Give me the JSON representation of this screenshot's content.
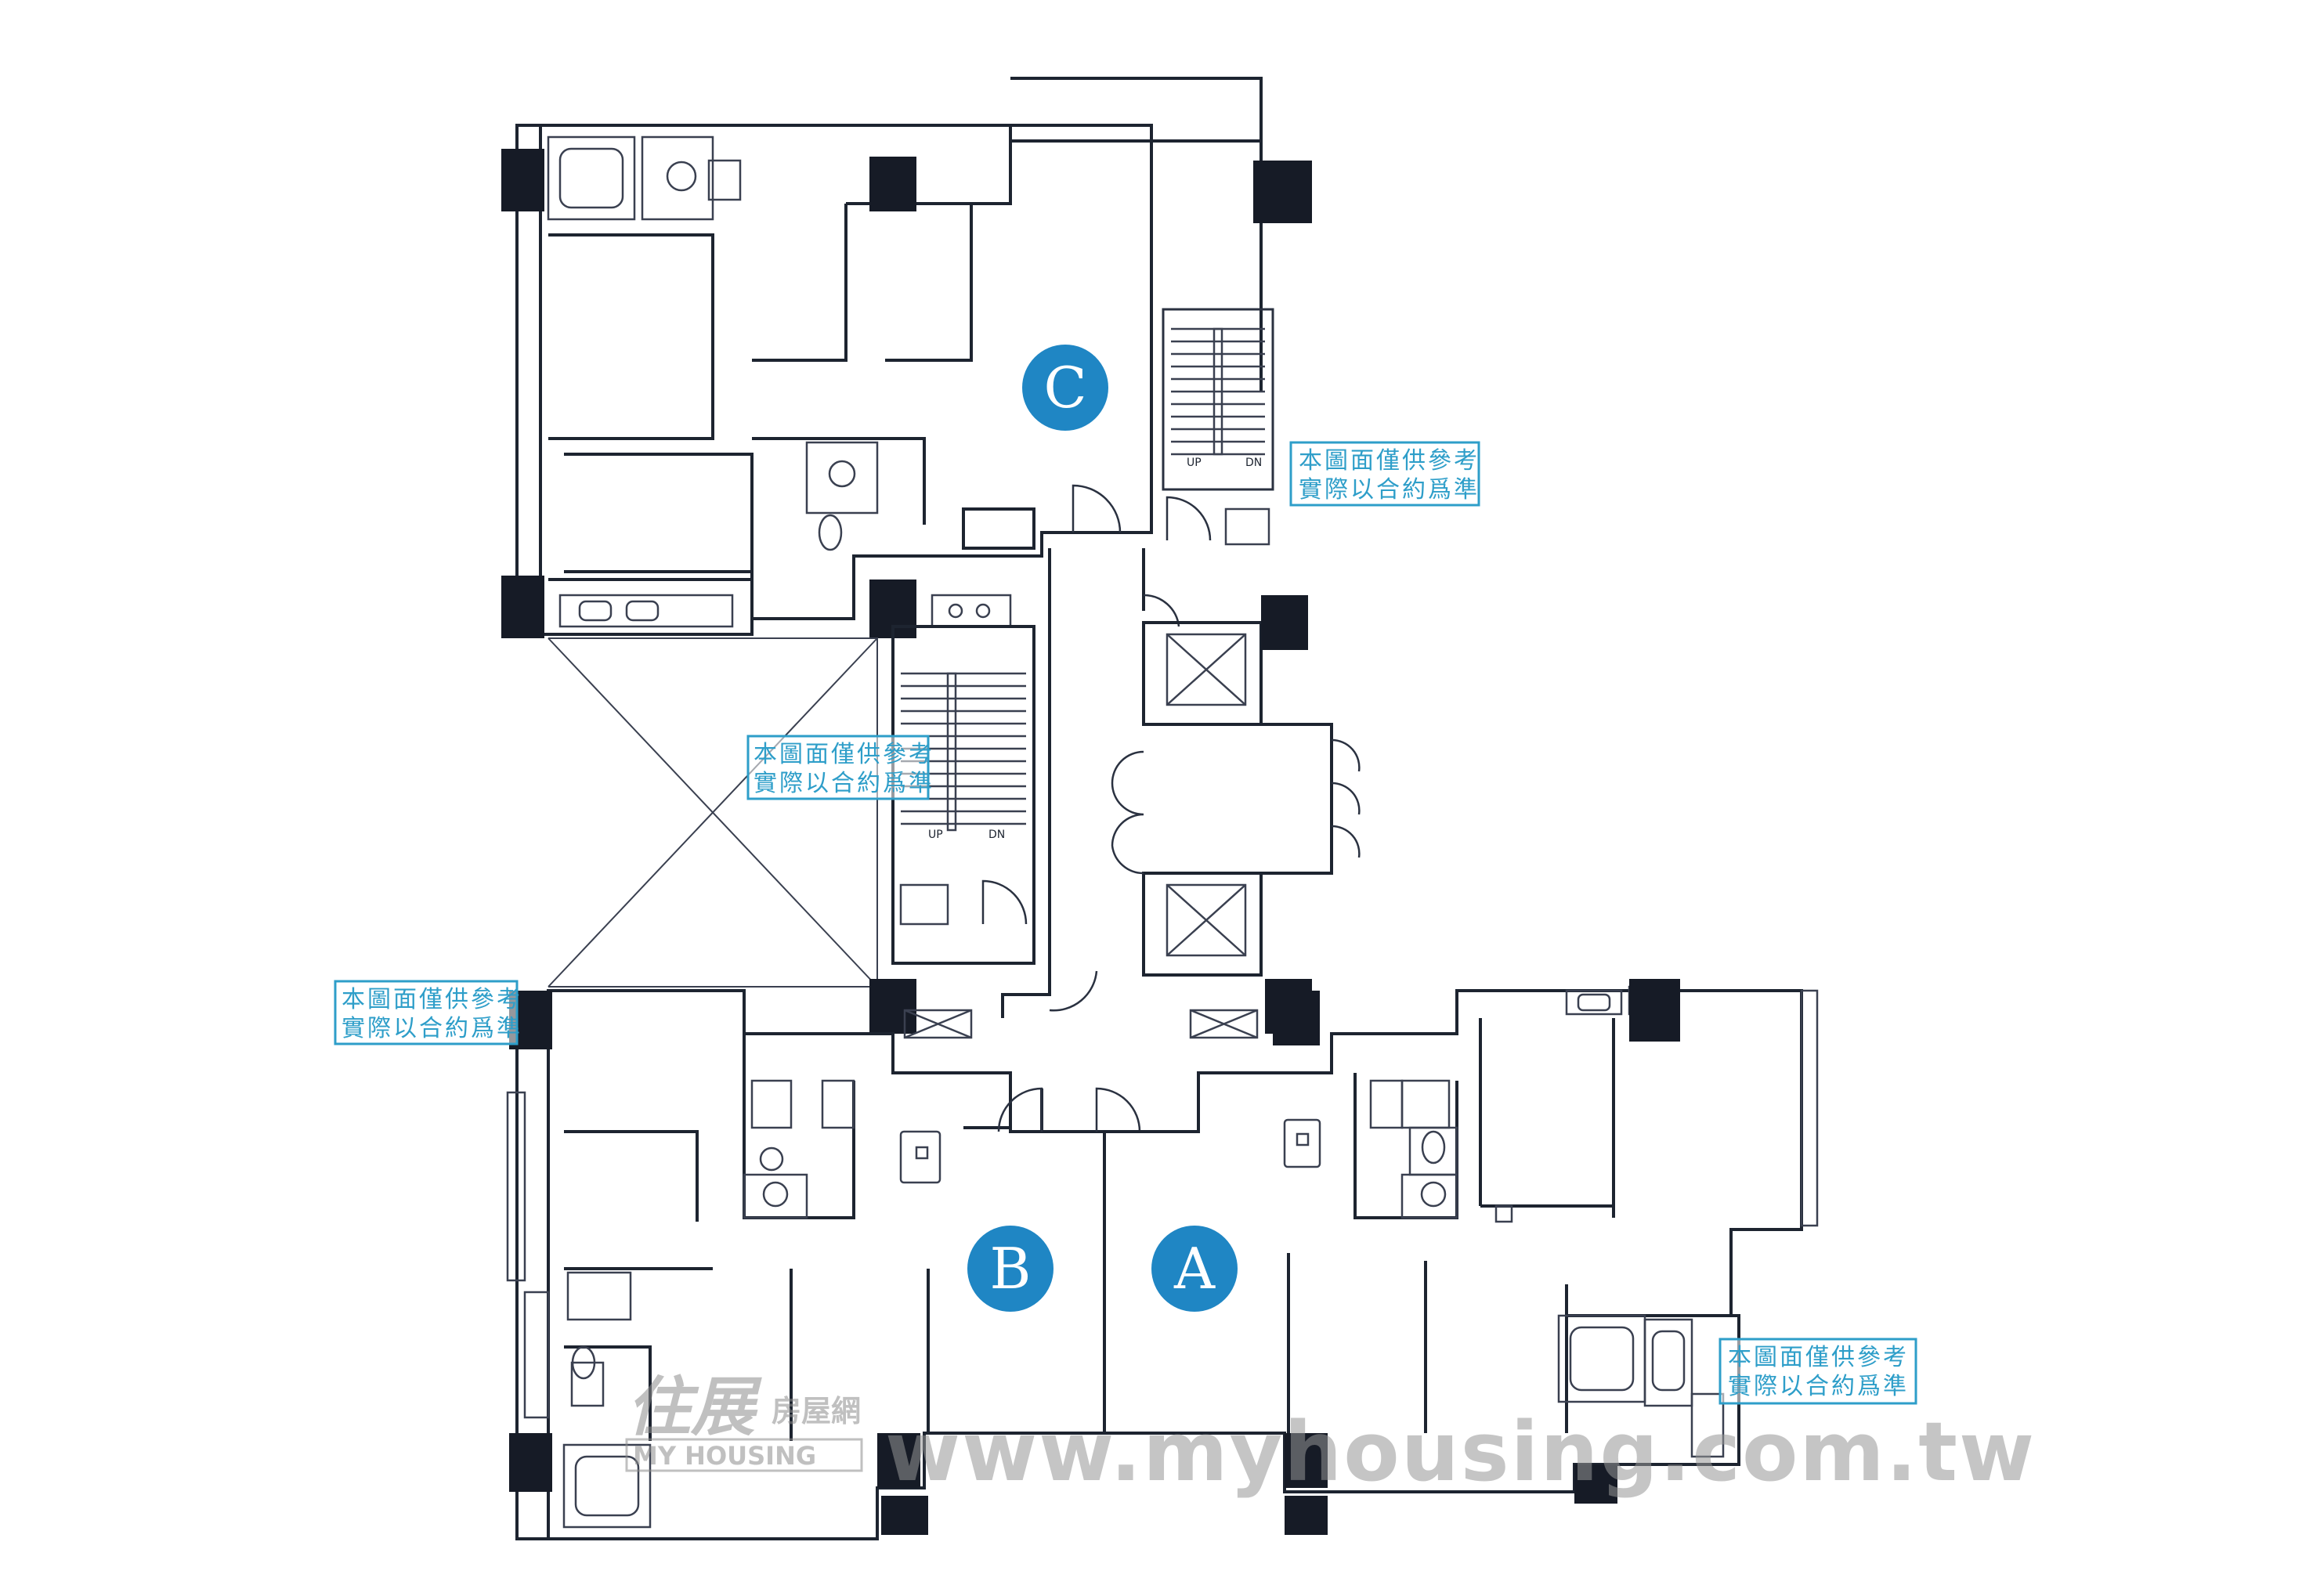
{
  "units": [
    {
      "label": "C",
      "color": "#1f86c4"
    },
    {
      "label": "B",
      "color": "#1f86c4"
    },
    {
      "label": "A",
      "color": "#1f86c4"
    }
  ],
  "stamps": [
    {
      "line1": "本圖面僅供參考",
      "line2": "實際以合約爲準"
    },
    {
      "line1": "本圖面僅供參考",
      "line2": "實際以合約爲準"
    },
    {
      "line1": "本圖面僅供參考",
      "line2": "實際以合約爲準"
    },
    {
      "line1": "本圖面僅供參考",
      "line2": "實際以合約爲準"
    }
  ],
  "stairs": {
    "north": {
      "up": "UP",
      "down": "DN"
    },
    "central": {
      "up": "UP",
      "down": "DN"
    }
  },
  "watermark": {
    "logo_text": "住展",
    "brand_cn": "房屋網",
    "brand_en": "MY HOUSING",
    "url": "www.myhousing.com.tw"
  },
  "colors": {
    "accent": "#1f86c4",
    "stamp": "#2e9ec9",
    "lines": "#1d2430"
  }
}
